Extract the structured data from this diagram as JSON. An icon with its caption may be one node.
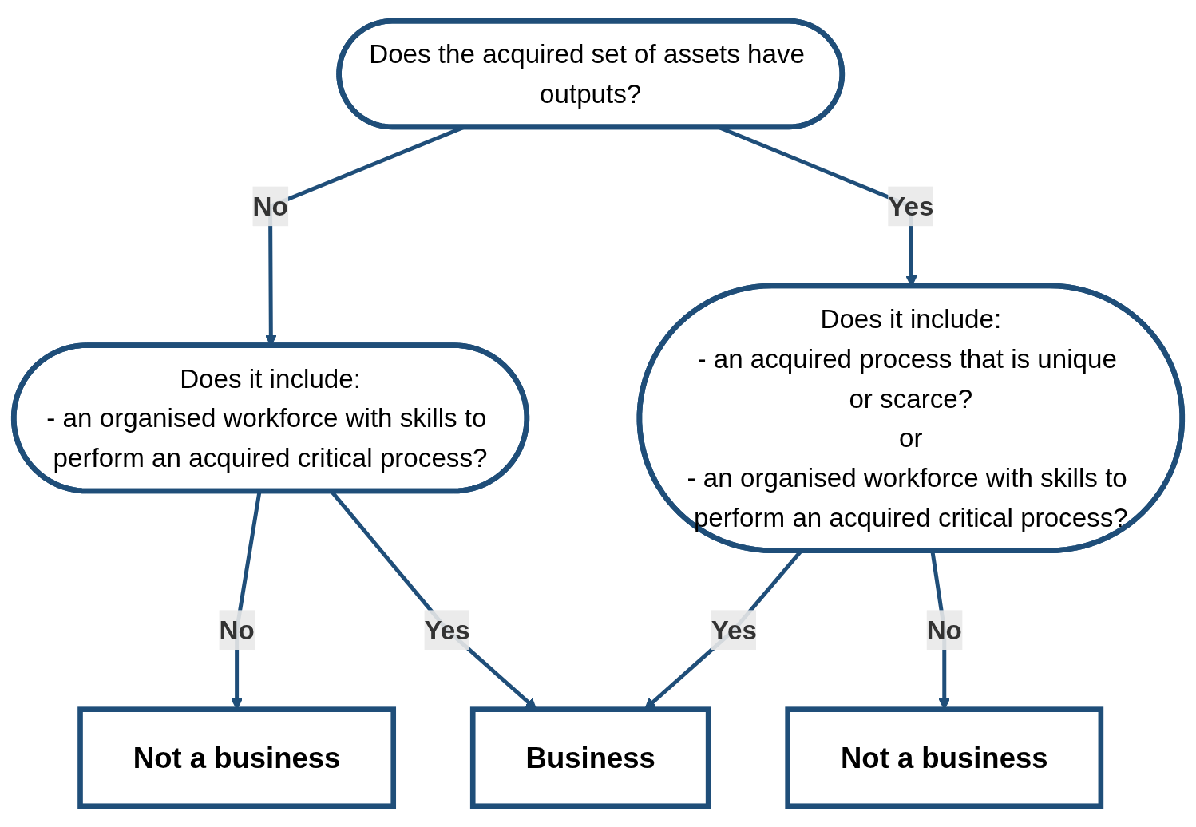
{
  "diagram": {
    "nodes": [
      {
        "text": [
          "Does the acquired set of assets have outputs?"
        ]
      },
      {
        "text": [
          "Does it include:",
          "- an organised workforce with skills to perform an acquired critical process?"
        ]
      },
      {
        "text": [
          "Does it include:",
          "- an acquired process that is unique or scarce?",
          "or",
          "- an organised workforce with skills to perform an acquired critical process?"
        ]
      },
      {
        "text": [
          "Not a business"
        ]
      },
      {
        "text": [
          "Business"
        ]
      },
      {
        "text": [
          "Not a business"
        ]
      }
    ],
    "edges": [
      {
        "from": 0,
        "to": 1,
        "arrow": "to",
        "label": "No"
      },
      {
        "from": 0,
        "to": 2,
        "arrow": "to",
        "label": "Yes"
      },
      {
        "from": 1,
        "to": 3,
        "arrow": "to",
        "label": "No"
      },
      {
        "from": 1,
        "to": 4,
        "arrow": "to",
        "label": "Yes"
      },
      {
        "from": 2,
        "to": 4,
        "arrow": "to",
        "label": "Yes"
      },
      {
        "from": 2,
        "to": 5,
        "arrow": "to",
        "label": "No"
      }
    ]
  }
}
